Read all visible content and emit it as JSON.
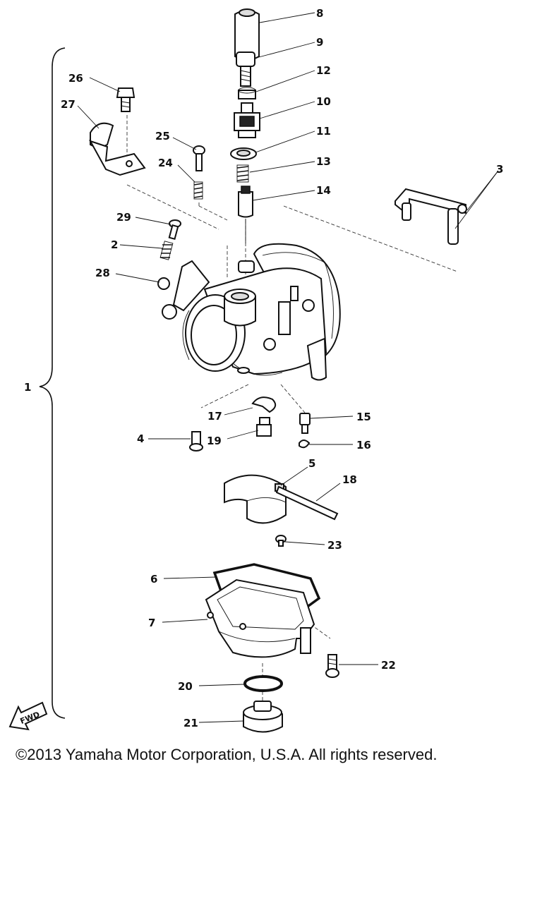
{
  "diagram": {
    "callouts": [
      {
        "id": "8",
        "label": "8"
      },
      {
        "id": "9",
        "label": "9"
      },
      {
        "id": "12",
        "label": "12"
      },
      {
        "id": "10",
        "label": "10"
      },
      {
        "id": "11",
        "label": "11"
      },
      {
        "id": "13",
        "label": "13"
      },
      {
        "id": "14",
        "label": "14"
      },
      {
        "id": "3",
        "label": "3"
      },
      {
        "id": "26",
        "label": "26"
      },
      {
        "id": "27",
        "label": "27"
      },
      {
        "id": "25",
        "label": "25"
      },
      {
        "id": "24",
        "label": "24"
      },
      {
        "id": "29",
        "label": "29"
      },
      {
        "id": "2",
        "label": "2"
      },
      {
        "id": "28",
        "label": "28"
      },
      {
        "id": "1",
        "label": "1"
      },
      {
        "id": "17",
        "label": "17"
      },
      {
        "id": "15",
        "label": "15"
      },
      {
        "id": "4",
        "label": "4"
      },
      {
        "id": "19",
        "label": "19"
      },
      {
        "id": "16",
        "label": "16"
      },
      {
        "id": "5",
        "label": "5"
      },
      {
        "id": "18",
        "label": "18"
      },
      {
        "id": "23",
        "label": "23"
      },
      {
        "id": "6",
        "label": "6"
      },
      {
        "id": "7",
        "label": "7"
      },
      {
        "id": "22",
        "label": "22"
      },
      {
        "id": "20",
        "label": "20"
      },
      {
        "id": "21",
        "label": "21"
      }
    ],
    "fwd_label": "FWD"
  },
  "copyright": "©2013 Yamaha Motor Corporation, U.S.A. All rights reserved."
}
